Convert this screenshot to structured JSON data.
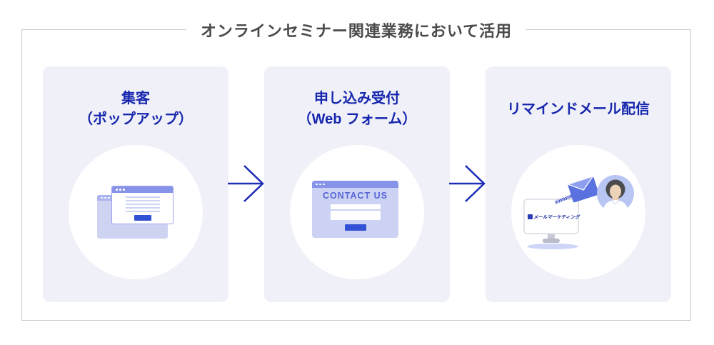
{
  "frame": {
    "title": "オンラインセミナー関連業務において活用"
  },
  "steps": [
    {
      "title_line1": "集客",
      "title_line2": "（ポップアップ）",
      "illustration": "popup-windows-icon"
    },
    {
      "title_line1": "申し込み受付",
      "title_line2": "（Web フォーム）",
      "illustration": "web-form-icon",
      "form_heading": "CONTACT US"
    },
    {
      "title_line1": "リマインドメール配信",
      "title_line2": "",
      "illustration": "reminder-email-icon",
      "monitor_label": "メールマーケティング",
      "chevron_trail": "»»»»»"
    }
  ],
  "icons": {
    "arrow_right": "→",
    "browser_dots": "•••",
    "envelope": "envelope-icon",
    "avatar": "person-avatar"
  },
  "colors": {
    "frame_border": "#cbcbcd",
    "frame_title_text": "#4a4a4a",
    "card_background": "#f0f1f8",
    "step_title_text": "#1727ae",
    "arrow_blue": "#1e2eb8",
    "ui_purple": "#8793e8",
    "ui_purple_light": "#ccd2f4",
    "button_blue": "#3351d5",
    "form_heading_text": "#5765d5",
    "envelope_blue": "#5a71e0",
    "envelope_flap": "#8e9ff0",
    "avatar_background": "#b9c5f2"
  }
}
